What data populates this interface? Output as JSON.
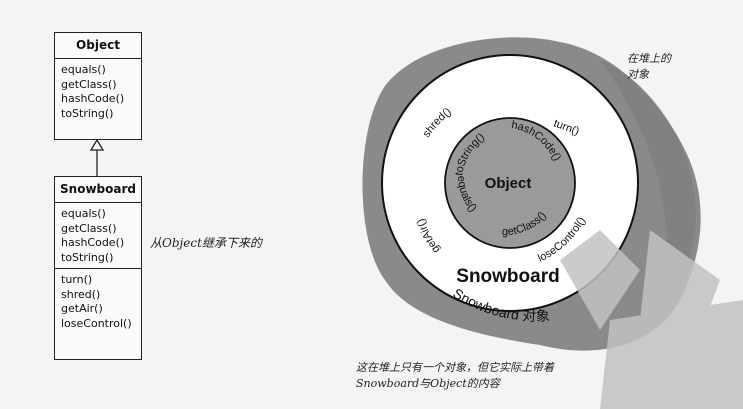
{
  "object_class": {
    "name": "Object",
    "methods": [
      "equals()",
      "getClass()",
      "hashCode()",
      "toString()"
    ]
  },
  "snowboard_class": {
    "name": "Snowboard",
    "inherited": [
      "equals()",
      "getClass()",
      "hashCode()",
      "toString()"
    ],
    "methods": [
      "turn()",
      "shred()",
      "getAir()",
      "loseControl()"
    ]
  },
  "inherited_note": "从Object继承下来的",
  "heap": {
    "label_line1": "在堆上的",
    "label_line2": "对象",
    "object_core": "Object",
    "core_methods": [
      "toString()",
      "hashCode()",
      "equals()",
      "getClass()"
    ],
    "middle_methods": [
      "shred()",
      "turn()",
      "getAir()",
      "loseControl()"
    ],
    "snowboard_label": "Snowboard",
    "outer_label": "Snowboard 对象"
  },
  "caption": {
    "line1": "这在堆上只有一个对象，但它实际上带着",
    "line2": "Snowboard与Object的内容"
  },
  "colors": {
    "heap_blob": "#8a8a8a",
    "core_fill": "#9a9a9a",
    "ring_fill": "#ffffff",
    "watermark": "#c2c2c2"
  }
}
